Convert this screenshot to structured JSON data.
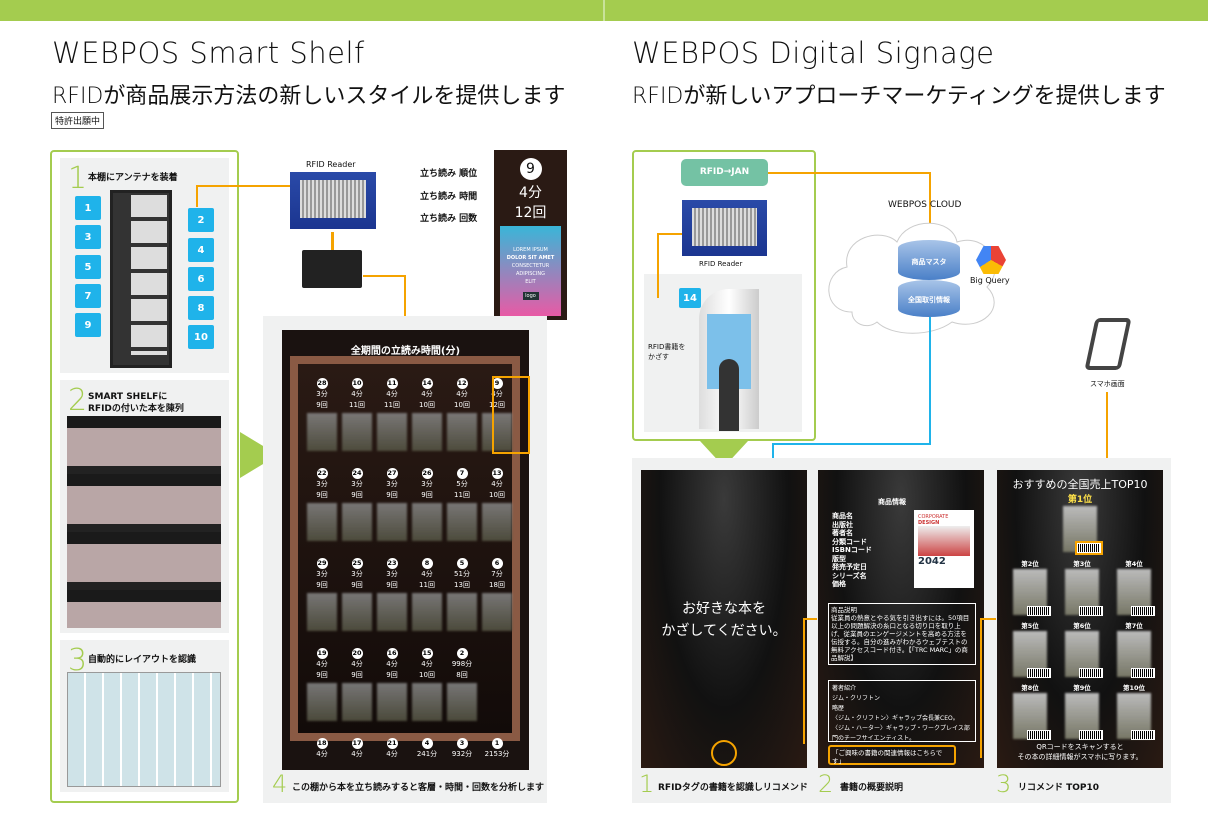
{
  "left": {
    "title": "WEBPOS Smart Shelf",
    "subtitle": "RFIDが商品展示方法の新しいスタイルを提供します",
    "badge": "特許出願中",
    "step1": {
      "num": "1",
      "label": "本棚にアンテナを装着",
      "antennas": [
        "1",
        "3",
        "5",
        "7",
        "9",
        "2",
        "4",
        "6",
        "8",
        "10"
      ]
    },
    "step2": {
      "num": "2",
      "label_line1": "SMART SHELFに",
      "label_line2": "RFIDの付いた本を陳列"
    },
    "step3": {
      "num": "3",
      "label": "自動的にレイアウトを認識"
    },
    "step4": {
      "num": "4",
      "label": "この棚から本を立ち読みすると客層・時間・回数を分析します"
    },
    "reader_label": "RFID Reader",
    "legend": {
      "rank": "立ち読み 順位",
      "time": "立ち読み 時間",
      "count": "立ち読み 回数",
      "rank_val": "9",
      "time_val": "4分",
      "count_val": "12回",
      "poster": [
        "LOREM IPSUM",
        "DOLOR SIT AMET",
        "CONSECTETUR",
        "ADIPISCING",
        "ELIT",
        "logo"
      ]
    },
    "shelf_title": "全期間の立読み時間(分)",
    "rows": [
      [
        [
          "28",
          "3分",
          "9回"
        ],
        [
          "10",
          "4分",
          "11回"
        ],
        [
          "11",
          "4分",
          "11回"
        ],
        [
          "14",
          "4分",
          "10回"
        ],
        [
          "12",
          "4分",
          "10回"
        ],
        [
          "9",
          "4分",
          "12回"
        ]
      ],
      [
        [
          "22",
          "3分",
          "9回"
        ],
        [
          "24",
          "3分",
          "9回"
        ],
        [
          "27",
          "3分",
          "9回"
        ],
        [
          "26",
          "3分",
          "9回"
        ],
        [
          "7",
          "5分",
          "11回"
        ],
        [
          "13",
          "4分",
          "10回"
        ]
      ],
      [
        [
          "29",
          "3分",
          "9回"
        ],
        [
          "25",
          "3分",
          "9回"
        ],
        [
          "23",
          "3分",
          "9回"
        ],
        [
          "8",
          "4分",
          "11回"
        ],
        [
          "5",
          "51分",
          "13回"
        ],
        [
          "6",
          "7分",
          "18回"
        ]
      ],
      [
        [
          "19",
          "4分",
          "9回"
        ],
        [
          "20",
          "4分",
          "9回"
        ],
        [
          "16",
          "4分",
          "9回"
        ],
        [
          "15",
          "4分",
          "10回"
        ],
        [
          "2",
          "998分",
          "8回"
        ]
      ],
      [
        [
          "18",
          "4分",
          ""
        ],
        [
          "17",
          "4分",
          ""
        ],
        [
          "21",
          "4分",
          ""
        ],
        [
          "4",
          "241分",
          ""
        ],
        [
          "3",
          "932分",
          ""
        ],
        [
          "1",
          "2153分",
          ""
        ]
      ]
    ]
  },
  "right": {
    "title": "WEBPOS Digital Signage",
    "subtitle": "RFIDが新しいアプローチマーケティングを提供します",
    "rfid_jan": "RFID→JAN",
    "reader_label": "RFID Reader",
    "antenna": "14",
    "hold_text_1": "RFID書籍を",
    "hold_text_2": "かざす",
    "cloud_label": "WEBPOS CLOUD",
    "db1": "商品マスタ",
    "db2": "全国取引情報",
    "bigquery": "Big Query",
    "phone_label": "スマホ画面",
    "screen1": {
      "text1": "お好きな本を",
      "text2": "かざしてください。",
      "num": "1",
      "caption": "RFIDタグの書籍を認識しリコメンド"
    },
    "screen2": {
      "header": "商品情報",
      "fields": [
        "商品名",
        "出版社",
        "著者名",
        "分類コード",
        "ISBNコード",
        "版型",
        "発売予定日",
        "シリーズ名",
        "価格"
      ],
      "desc_title": "商品説明",
      "desc": "従業員の熱意とやる気を引き出すには。50項目以上の問題解決の糸口となる切り口を取り上げ、従業員のエンゲージメントを高める方法を伝授する。自分の進みがわかるウェブテストの無料アクセスコード付き。【「TRC MARC」の商品解説】",
      "author_title": "著者紹介",
      "author": "ジム・クリフトン",
      "bio_title": "略歴",
      "bio1": "〈ジム・クリフトン〉ギャラップ会長兼CEO。",
      "bio2": "〈ジム・ハーター〉ギャラップ・ワークプレイス部門のチーフサイエンティスト。",
      "link": "「ご興味の書籍の関連情報はこちらです」",
      "cover_top": "CORPORATE",
      "cover_main": "DESIGN",
      "cover_year": "2042",
      "num": "2",
      "caption": "書籍の概要説明"
    },
    "screen3": {
      "title": "おすすめの全国売上TOP10",
      "ranks": [
        "第1位",
        "第2位",
        "第3位",
        "第4位",
        "第5位",
        "第6位",
        "第7位",
        "第8位",
        "第9位",
        "第10位"
      ],
      "foot1": "QRコードをスキャンすると",
      "foot2": "その本の詳細情報がスマホに写ります。",
      "num": "3",
      "caption": "リコメンド TOP10"
    }
  }
}
